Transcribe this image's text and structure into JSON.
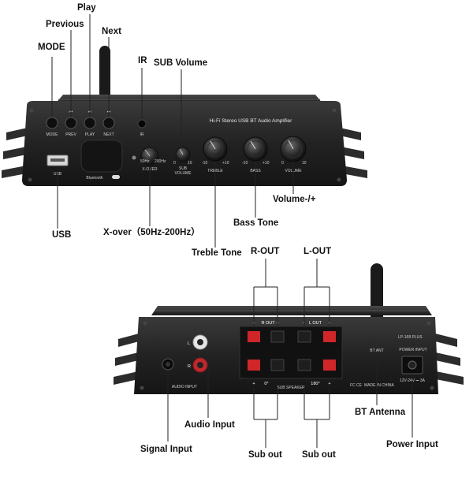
{
  "front_callouts": {
    "play": "Play",
    "previous": "Previous",
    "next": "Next",
    "mode": "MODE",
    "ir": "IR",
    "sub_volume": "SUB Volume",
    "usb": "USB",
    "xover": "X-over（50Hz-200Hz）",
    "treble": "Treble Tone",
    "bass": "Bass Tone",
    "volume": "Volume-/+"
  },
  "back_callouts": {
    "r_out": "R-OUT",
    "l_out": "L-OUT",
    "audio_input": "Audio Input",
    "signal_input": "Signal Input",
    "sub_out_1": "Sub out",
    "sub_out_2": "Sub out",
    "bt_antenna": "BT Antenna",
    "power_input": "Power Input"
  },
  "front_panel": {
    "title": "Hi-Fi Stereo USB BT Audio Amplifier",
    "btn_mode": "MODE",
    "btn_prev": "PREV",
    "btn_play": "PLAY",
    "btn_next": "NEXT",
    "ir": "IR",
    "usb": "USB",
    "bluetooth": "Bluetooth",
    "xover_label": "X-OVER",
    "xover_min": "50Hz",
    "xover_max": "200Hz",
    "sub_label1": "SUB",
    "sub_label2": "VOLUME",
    "sub_min": "0",
    "sub_max": "10",
    "treble_label": "TREBLE",
    "treble_min": "-10",
    "treble_max": "+10",
    "bass_label": "BASS",
    "bass_min": "-10",
    "bass_max": "+10",
    "volume_label": "VOLUME",
    "volume_min": "0",
    "volume_max": "10"
  },
  "back_panel": {
    "r_out": "R OUT",
    "l_out": "L OUT",
    "ch_l": "L",
    "ch_r": "R",
    "audio_input": "AUDIO INPUT",
    "sub_speaker": "SUB SPEAKER",
    "deg0": "0°",
    "deg180": "180°",
    "made_in": "MADE IN CHINA",
    "fcc": "FC CE",
    "bt_ant": "BT ANT",
    "model": "LP-168 PLUS",
    "power_input": "POWER INPUT",
    "power_spec": "12V-24V ⎓ 3A",
    "plus": "+",
    "minus": "−"
  },
  "colors": {
    "chassis": "#1d1d1d",
    "fins": "#2b2b2b",
    "terminal_red": "#d0262a",
    "rca_red": "#c0282b",
    "rca_white": "#e6e6e6",
    "brass": "#b08a43"
  }
}
